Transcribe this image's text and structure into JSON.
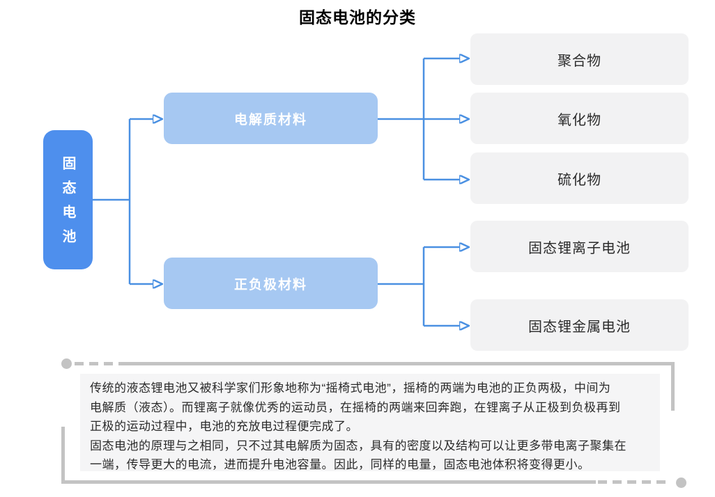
{
  "title": "固态电池的分类",
  "tree": {
    "root": {
      "label": "固态电池"
    },
    "branches": [
      {
        "label": "电解质材料"
      },
      {
        "label": "正负极材料"
      }
    ],
    "leaves": [
      {
        "label": "聚合物"
      },
      {
        "label": "氧化物"
      },
      {
        "label": "硫化物"
      },
      {
        "label": "固态锂离子电池"
      },
      {
        "label": "固态锂金属电池"
      }
    ]
  },
  "note": {
    "lines": [
      "传统的液态锂电池又被科学家们形象地称为“摇椅式电池”，摇椅的两端为电池的正负两极，中间为",
      "电解质（液态）。而锂离子就像优秀的运动员，在摇椅的两端来回奔跑，在锂离子从正极到负极再到",
      "正极的运动过程中，电池的充放电过程便完成了。",
      "固态电池的原理与之相同，只不过其电解质为固态，具有的密度以及结构可以让更多带电离子聚集在",
      "一端，传导更大的电流，进而提升电池容量。因此，同样的电量，固态电池体积将变得更小。"
    ]
  },
  "colors": {
    "root_blue": "#4E8FED",
    "branch_blue": "#A6C8F2",
    "connector_blue": "#4A90E2",
    "leaf_gray": "#F2F2F3",
    "leaf_text": "#2B2B2B",
    "decor_gray": "#C3C3C3",
    "note_bg": "#F5F5F6",
    "note_text": "#2A2A2A",
    "title_color": "#000000"
  }
}
